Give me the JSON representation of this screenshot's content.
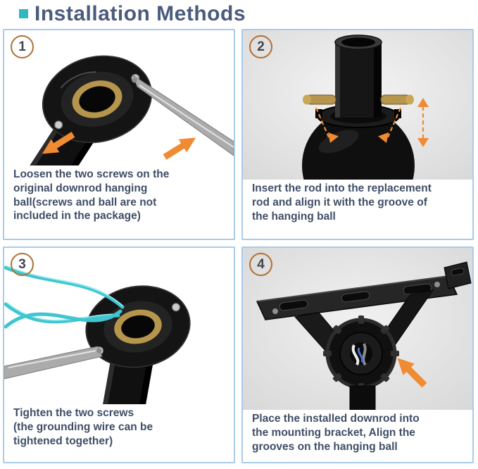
{
  "page": {
    "title": "Installation Methods"
  },
  "colors": {
    "accent": "#31b7bd",
    "title_color": "#4a5b7c",
    "panel_border": "#a9cbea",
    "caption_color": "#3f4e66",
    "arrow_color": "#f08a33",
    "brass": "#b6954c",
    "wire_color": "#3fc6d0",
    "number_ring": "#b06f33"
  },
  "steps": [
    {
      "number": "1",
      "caption": "Loosen the two screws on the\noriginal downrod hanging\nball(screws and ball are not\nincluded in the package)",
      "photo_alt": "black downrod hanging ball, screwdriver loosening two screws, orange arrows"
    },
    {
      "number": "2",
      "caption": "Insert the rod into the replacement\nrod and align it with the groove of\nthe hanging ball",
      "photo_alt": "downrod with brass cross pin inserted into hanging ball, dashed alignment guides"
    },
    {
      "number": "3",
      "caption": "Tighten the two screws\n(the grounding wire can be\ntightened together)",
      "photo_alt": "screwdriver tightening screws on hanging ball with teal grounding wires"
    },
    {
      "number": "4",
      "caption": "Place the installed downrod into\nthe mounting bracket, Align the\ngrooves on the hanging ball",
      "photo_alt": "downrod ball seated in ceiling mounting bracket, orange arrow marking groove"
    }
  ]
}
